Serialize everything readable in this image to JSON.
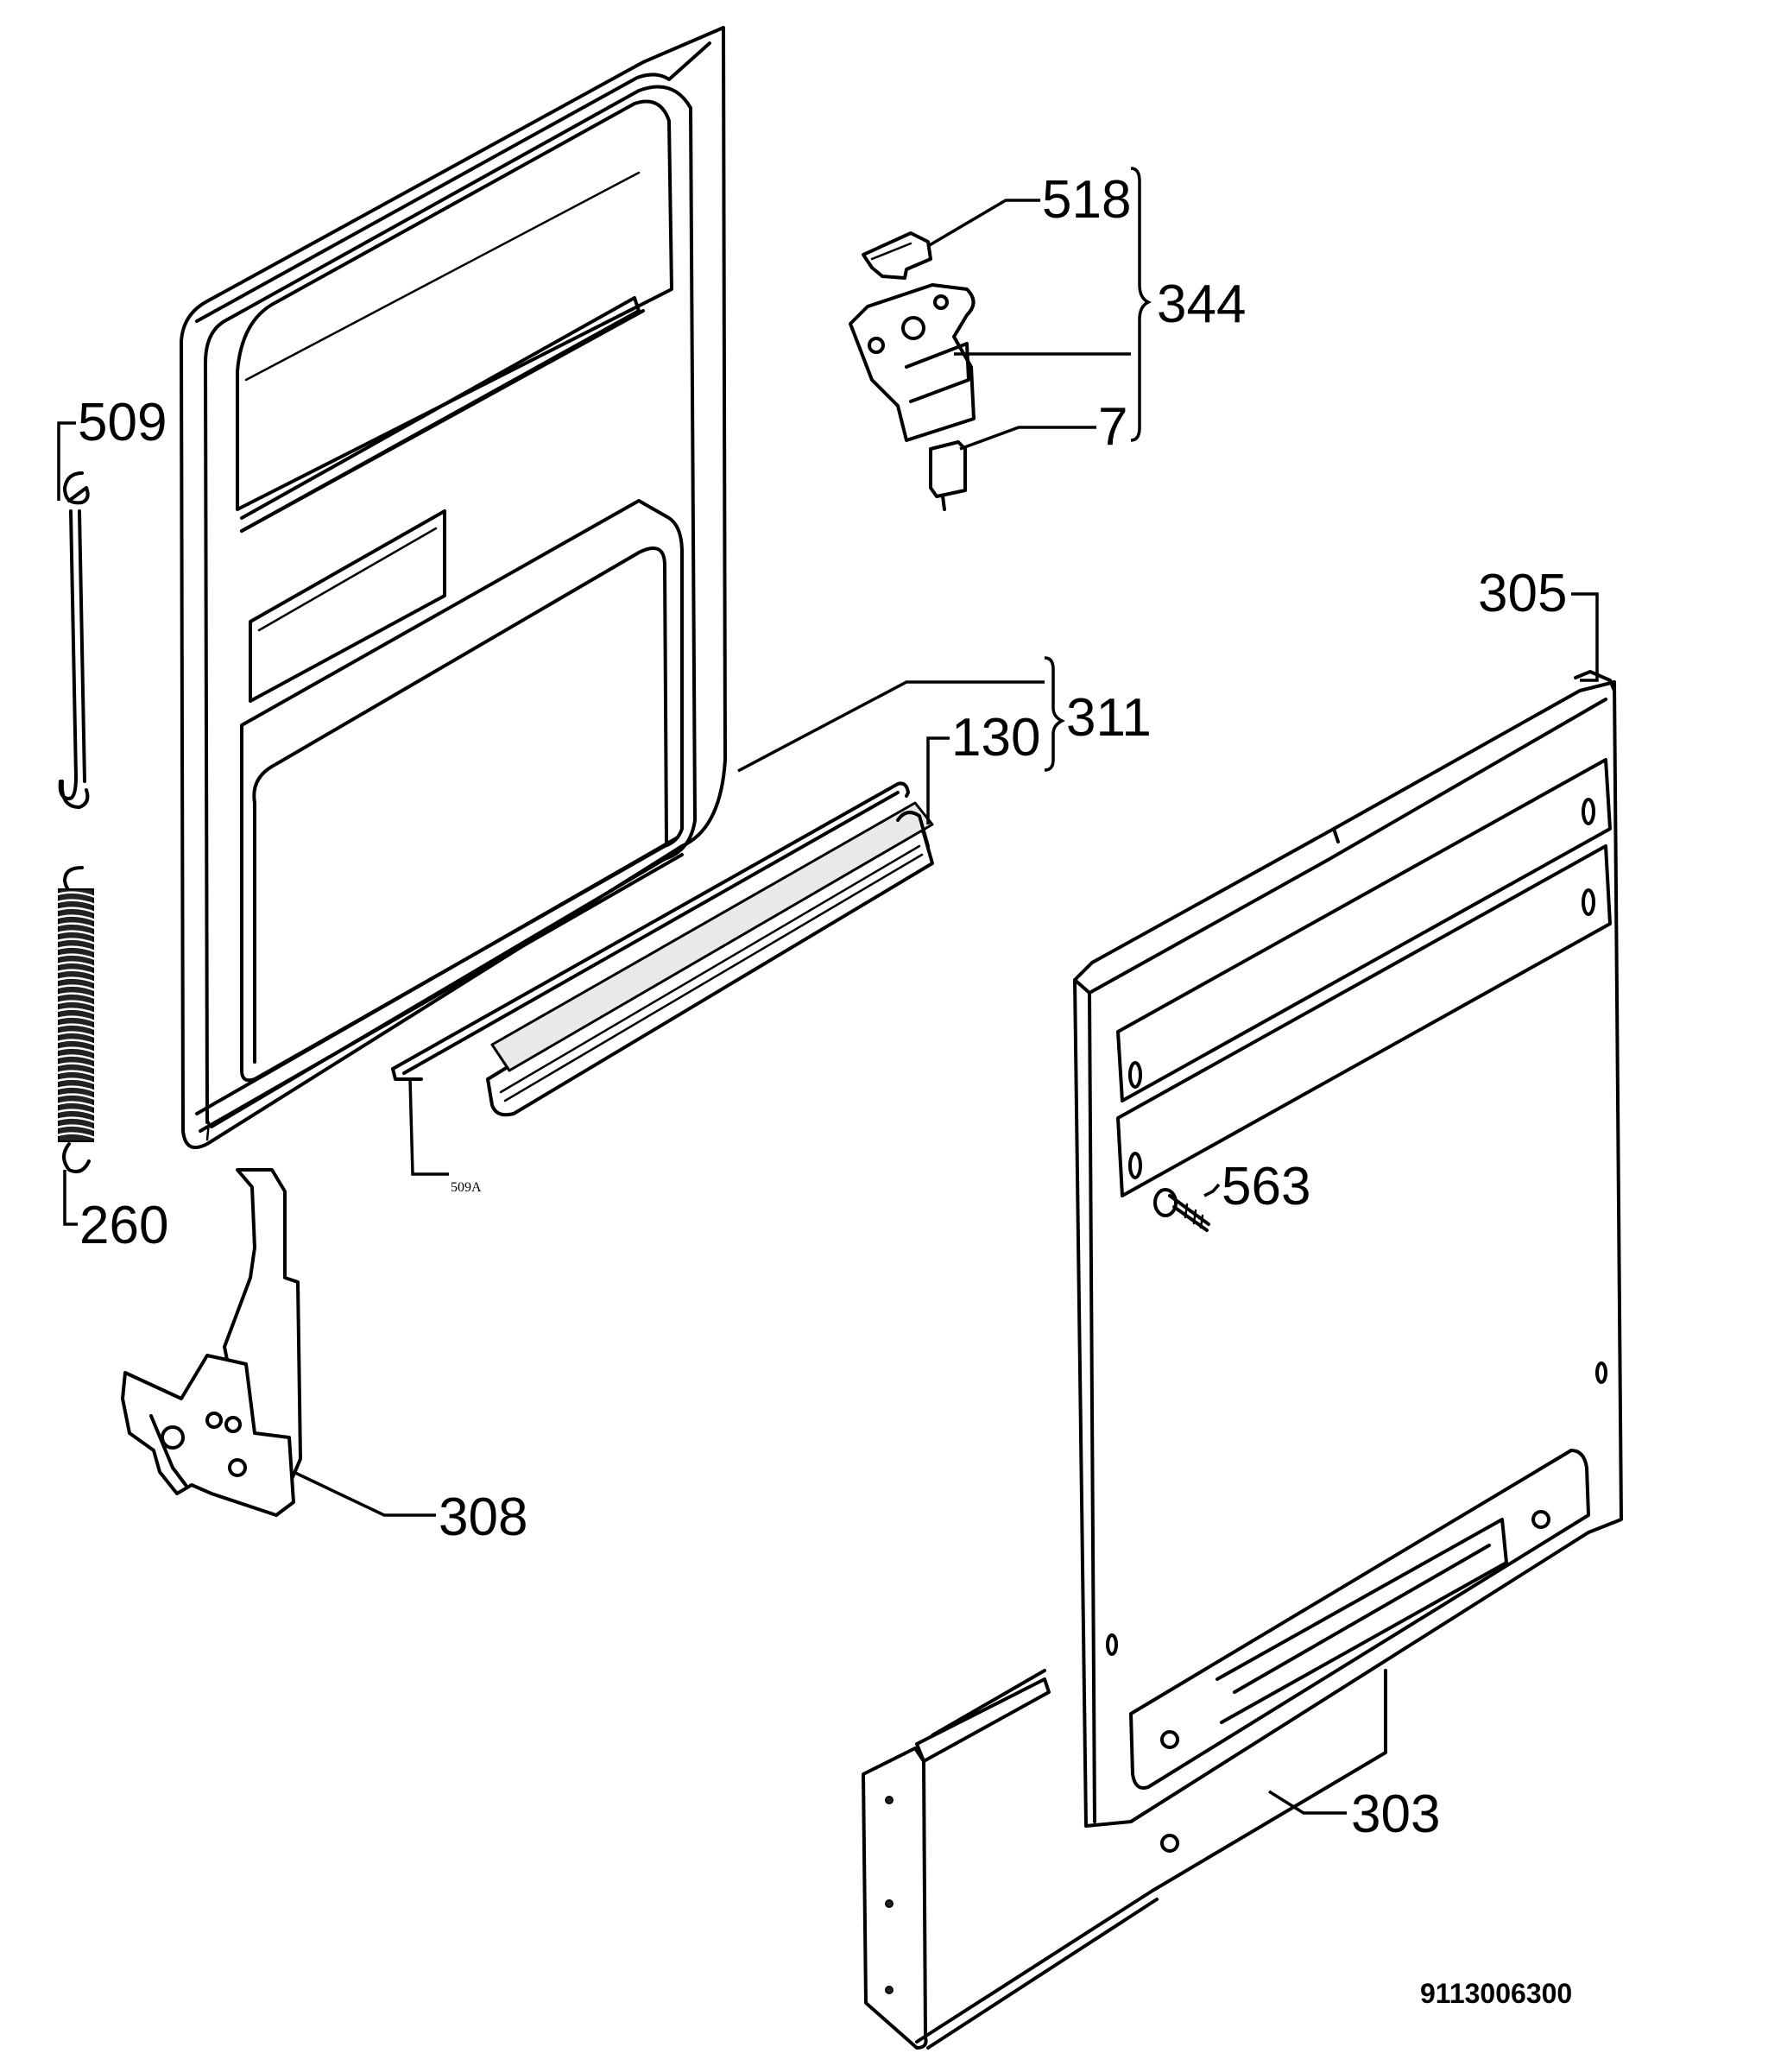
{
  "diagram": {
    "labels": {
      "p518": "518",
      "p344": "344",
      "p7": "7",
      "p509": "509",
      "p305": "305",
      "p311": "311",
      "p130": "130",
      "p509a_num": "509",
      "p509a_suffix": "A",
      "p260": "260",
      "p563": "563",
      "p308": "308",
      "p303": "303"
    },
    "drawing_number": "9113006300"
  }
}
